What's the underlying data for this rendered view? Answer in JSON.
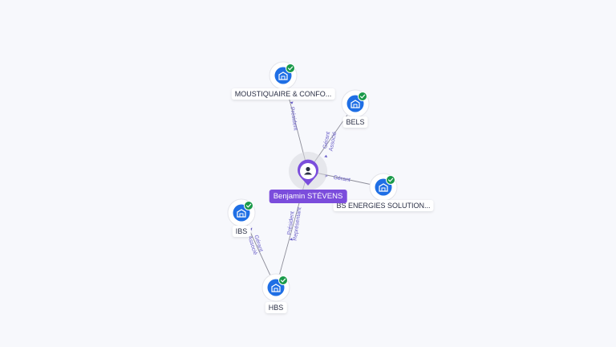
{
  "colors": {
    "edge": "#8e8e9a",
    "edge_label": "#6a5fc8",
    "company_icon_bg": "#1f6fe5",
    "check_badge": "#1a9a4a",
    "person_pin": "#7b4ddc",
    "person_halo": "#d9d9de"
  },
  "person": {
    "name": "Benjamin STÉVENS",
    "icon": "user-icon"
  },
  "companies": [
    {
      "id": "moustiquaire",
      "label": "MOUSTIQUAIRE & CONFO...",
      "icon": "building-icon",
      "badge": "check-icon"
    },
    {
      "id": "bels",
      "label": "BELS",
      "icon": "building-icon",
      "badge": "check-icon"
    },
    {
      "id": "bs-energies",
      "label": "BS ENERGIES SOLUTION...",
      "icon": "building-icon",
      "badge": "check-icon"
    },
    {
      "id": "ibs",
      "label": "IBS",
      "icon": "building-icon",
      "badge": "check-icon"
    },
    {
      "id": "hbs",
      "label": "HBS",
      "icon": "building-icon",
      "badge": "check-icon"
    }
  ],
  "edges": [
    {
      "from": "person",
      "to": "moustiquaire",
      "labels": [
        "Président"
      ]
    },
    {
      "from": "person",
      "to": "bels",
      "labels": [
        "Gérant",
        "Associé"
      ]
    },
    {
      "from": "person",
      "to": "bs-energies",
      "labels": [
        "Gérant"
      ]
    },
    {
      "from": "person",
      "to": "hbs",
      "labels": [
        "Président",
        "Représentant"
      ]
    },
    {
      "from": "ibs",
      "to": "hbs",
      "labels": [
        "Gérant",
        "Associé"
      ]
    }
  ]
}
